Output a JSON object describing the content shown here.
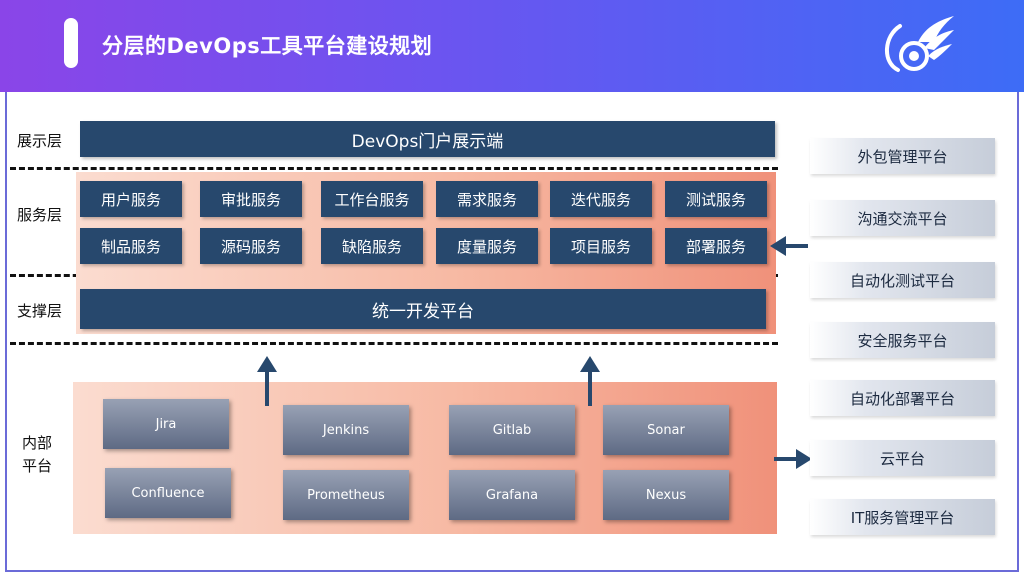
{
  "header": {
    "title": "分层的DevOps工具平台建设规划"
  },
  "layers": {
    "presentation": "展示层",
    "service": "服务层",
    "support": "支撑层",
    "internal_line1": "内部",
    "internal_line2": "平台"
  },
  "portal": "DevOps门户展示端",
  "services_row1": [
    "用户服务",
    "审批服务",
    "工作台服务",
    "需求服务",
    "迭代服务",
    "测试服务"
  ],
  "services_row2": [
    "制品服务",
    "源码服务",
    "缺陷服务",
    "度量服务",
    "项目服务",
    "部署服务"
  ],
  "dev_platform": "统一开发平台",
  "tools": [
    "Jira",
    "Jenkins",
    "Gitlab",
    "Sonar",
    "Confluence",
    "Prometheus",
    "Grafana",
    "Nexus"
  ],
  "right_platforms": [
    "外包管理平台",
    "沟通交流平台",
    "自动化测试平台",
    "安全服务平台",
    "自动化部署平台",
    "云平台",
    "IT服务管理平台"
  ],
  "colors": {
    "header_start": "#8a45e8",
    "header_end": "#3d6cf6",
    "navy": "#27486d",
    "salmon": "#f0917a",
    "tool_gray": "#5e6a84"
  }
}
